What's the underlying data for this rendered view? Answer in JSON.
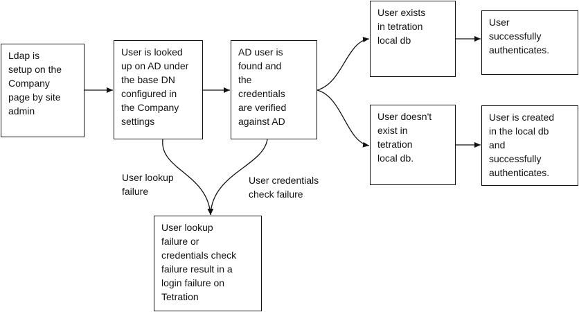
{
  "diagram": {
    "nodes": {
      "ldap_setup": "Ldap is\nsetup on the\nCompany\npage by site\nadmin",
      "user_lookup": "User is looked\nup on AD under\nthe base DN\nconfigured in\nthe Company\nsettings",
      "ad_verified": "AD user is\nfound and\nthe\ncredentials\nare verified\nagainst AD",
      "user_exists": "User exists\nin tetration\nlocal db",
      "user_not_exists": "User doesn't\nexist in\ntetration\nlocal db.",
      "auth_success": "User\nsuccessfully\nauthenticates.",
      "user_created": "User is created\nin the local db\nand\nsuccessfully\nauthenticates.",
      "login_failure": "User lookup\nfailure or\ncredentials check\nfailure result in a\nlogin failure on\nTetration"
    },
    "edge_labels": {
      "lookup_failure": "User lookup\nfailure",
      "credentials_failure": "User credentials\ncheck failure"
    },
    "colors": {
      "stroke": "#111111",
      "background": "#ffffff"
    }
  }
}
